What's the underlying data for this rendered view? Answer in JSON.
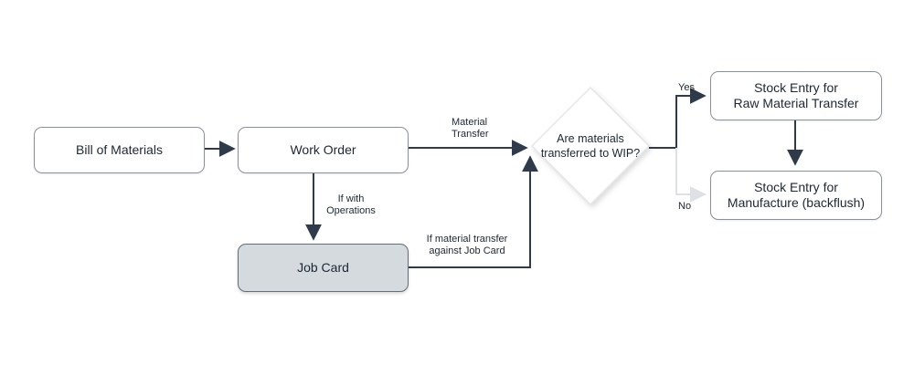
{
  "diagram": {
    "nodes": {
      "bom": {
        "label": "Bill of Materials"
      },
      "work_order": {
        "label": "Work Order"
      },
      "job_card": {
        "label": "Job Card"
      },
      "wip_decision": {
        "label": "Are materials\ntransferred to WIP?"
      },
      "stock_entry_raw": {
        "label": "Stock Entry for\nRaw Material Transfer"
      },
      "stock_entry_mfg": {
        "label": "Stock Entry for\nManufacture (backflush)"
      }
    },
    "edge_labels": {
      "material_transfer": "Material\nTransfer",
      "if_with_operations": "If with\nOperations",
      "if_material_transfer_against_job_card": "If material transfer\nagainst Job Card",
      "yes": "Yes",
      "no": "No"
    },
    "colors": {
      "edge_dark": "#2f3b4a",
      "edge_light": "#dde1e6",
      "node_border": "#8a919b",
      "node_fill": "#ffffff",
      "job_card_fill": "#d5dade",
      "job_card_border": "#646d78",
      "diamond_border": "#e4e7ea",
      "text": "#1d2733",
      "background": "#ffffff"
    }
  }
}
